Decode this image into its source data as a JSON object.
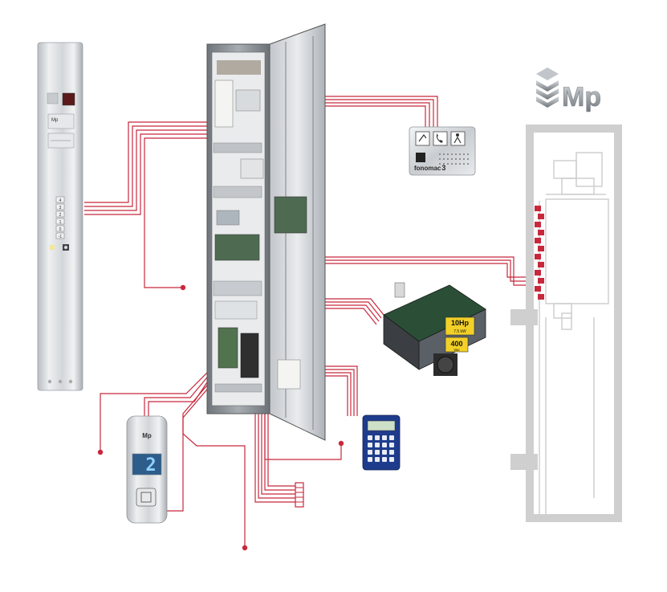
{
  "colors": {
    "wire": "#c8283c",
    "steel_light": "#e4e6e8",
    "steel_dark": "#9aa0a6",
    "shaft": "#cfcfcf",
    "logo_gray": "#8e9399",
    "keypad_blue": "#1f3c8c",
    "display_blue": "#8fd0ff"
  },
  "logo": {
    "text": "Mp",
    "icon": "stacked-chevron-logo-icon"
  },
  "intercom": {
    "brand": "fonomac",
    "model": "3",
    "icons": [
      "arrow-icon",
      "phone-icon",
      "person-icon"
    ]
  },
  "landing_station": {
    "brand": "Mp",
    "floor_display": "2",
    "call_button_icon": "call-button-icon"
  },
  "cabin_panel": {
    "brand": "Mp",
    "button_labels": [
      "4",
      "3",
      "2",
      "1",
      "0",
      "-1"
    ],
    "alarm_icon": "alarm-bell-icon"
  },
  "drive": {
    "power_label": "10Hp",
    "power_sub": "7.5 kW",
    "voltage_label": "400",
    "voltage_unit": "Vac"
  },
  "programmer": {
    "icon": "handheld-programmer-icon"
  },
  "controller": {
    "icon": "control-cabinet-icon"
  },
  "shaft": {
    "icon": "elevator-shaft-icon"
  }
}
